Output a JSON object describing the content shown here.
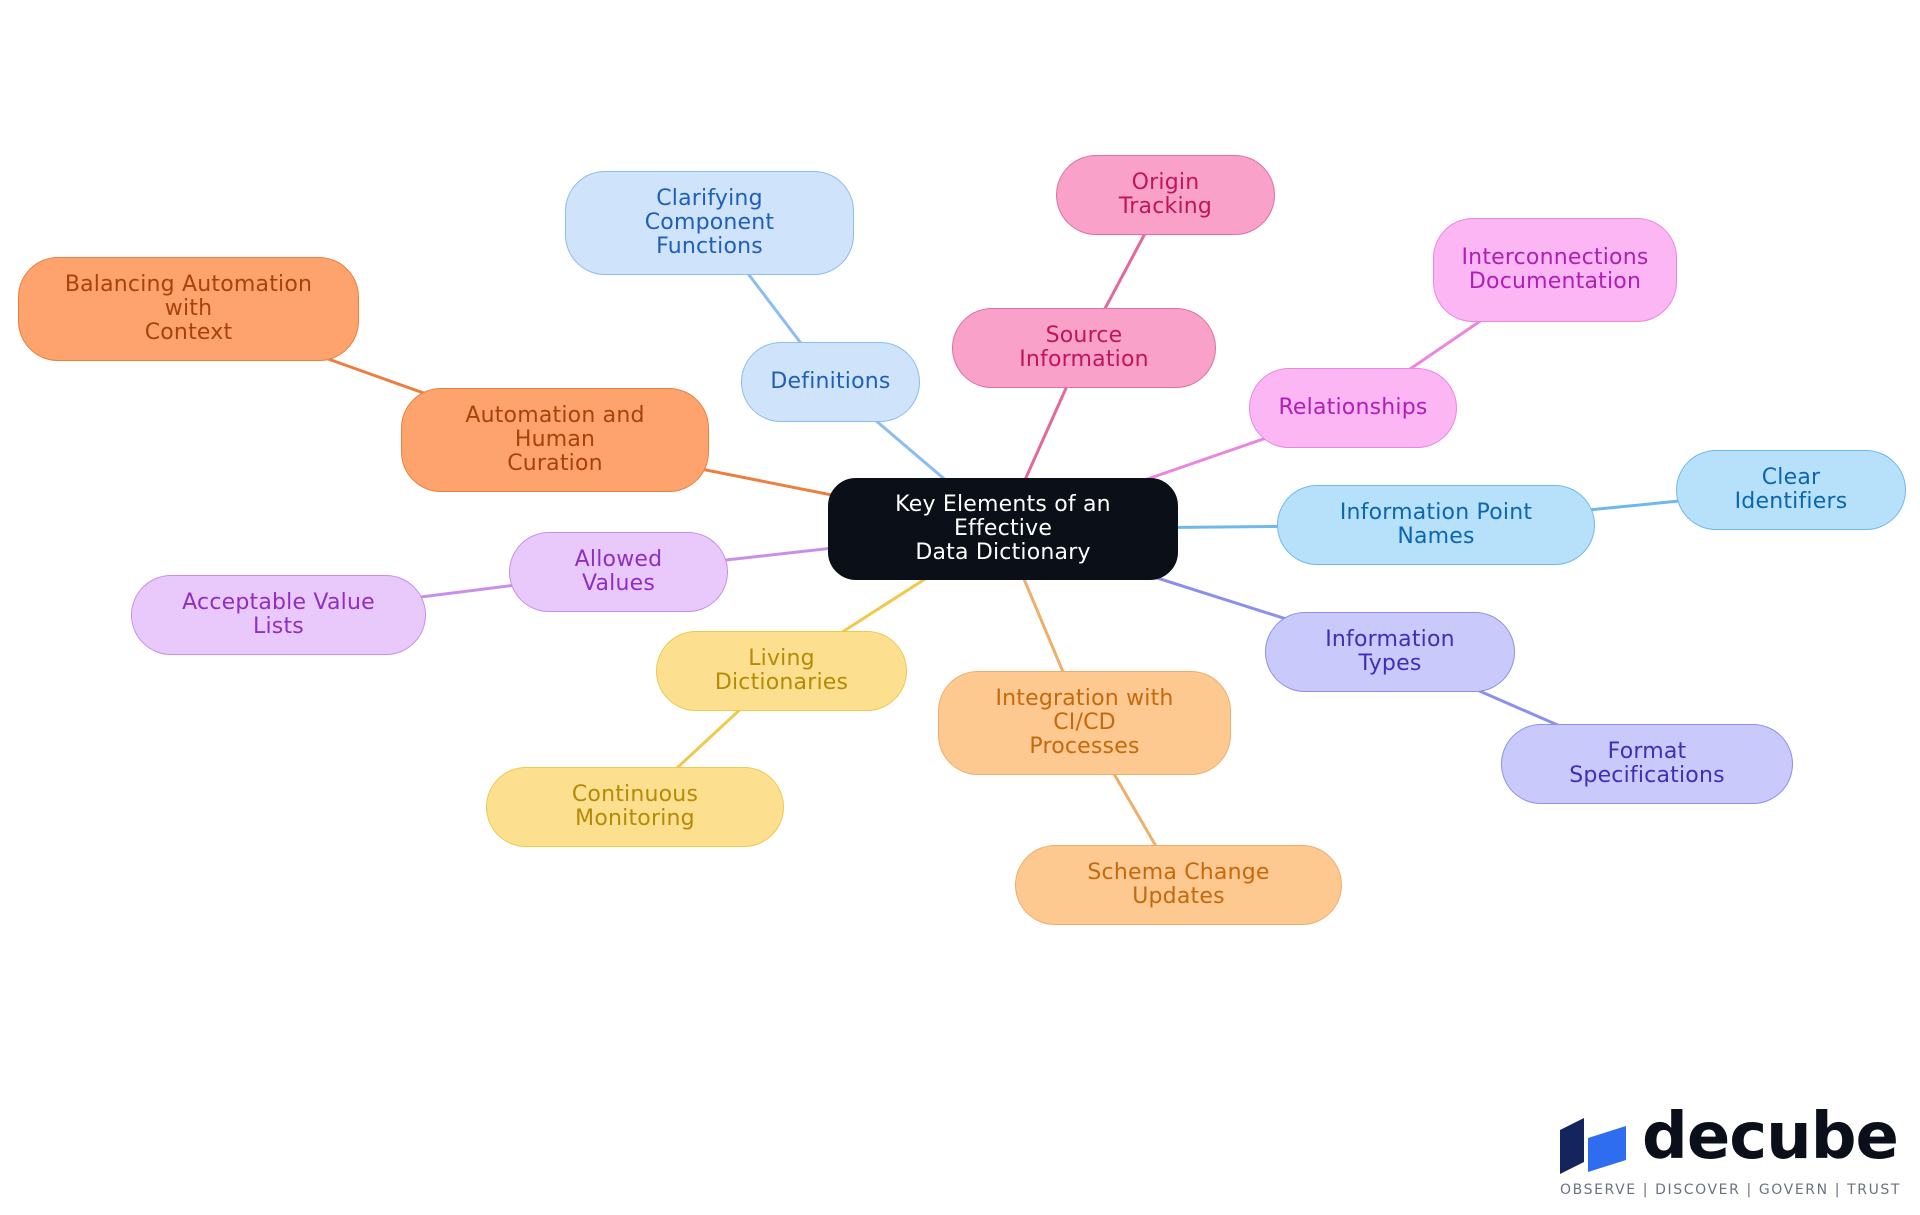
{
  "mindmap": {
    "root": {
      "label": "Key Elements of an Effective\nData Dictionary"
    },
    "branches": [
      {
        "id": "definitions",
        "label": "Definitions",
        "fill": "#cfe3fb",
        "stroke": "#8cbcf0",
        "text": "#1f5fb8",
        "line": "#8cbcf0",
        "children": [
          {
            "id": "clarifying",
            "label": "Clarifying Component\nFunctions"
          }
        ]
      },
      {
        "id": "source",
        "label": "Source Information",
        "fill": "#f9a1c9",
        "stroke": "#e0709f",
        "text": "#c0145c",
        "line": "#e3689c",
        "children": [
          {
            "id": "origin",
            "label": "Origin Tracking"
          }
        ]
      },
      {
        "id": "relationships",
        "label": "Relationships",
        "fill": "#fbb6f3",
        "stroke": "#ea86e0",
        "text": "#b01fb3",
        "line": "#ea86e0",
        "children": [
          {
            "id": "interconnections",
            "label": "Interconnections\nDocumentation"
          }
        ]
      },
      {
        "id": "names",
        "label": "Information Point Names",
        "fill": "#b7e1fb",
        "stroke": "#6fb8ec",
        "text": "#0b66b0",
        "line": "#6fb8ec",
        "children": [
          {
            "id": "identifiers",
            "label": "Clear Identifiers"
          }
        ]
      },
      {
        "id": "types",
        "label": "Information Types",
        "fill": "#c9c9fb",
        "stroke": "#8c90ea",
        "text": "#3a32b5",
        "line": "#8c90ea",
        "children": [
          {
            "id": "format",
            "label": "Format Specifications"
          }
        ]
      },
      {
        "id": "cicd",
        "label": "Integration with CI/CD\nProcesses",
        "fill": "#fec891",
        "stroke": "#efae6a",
        "text": "#c46a0c",
        "line": "#efae6a",
        "children": [
          {
            "id": "schema",
            "label": "Schema Change Updates"
          }
        ]
      },
      {
        "id": "living",
        "label": "Living Dictionaries",
        "fill": "#fde08f",
        "stroke": "#f0c84e",
        "text": "#b48a06",
        "line": "#f0c84e",
        "children": [
          {
            "id": "monitoring",
            "label": "Continuous Monitoring"
          }
        ]
      },
      {
        "id": "allowed",
        "label": "Allowed Values",
        "fill": "#e9c9fb",
        "stroke": "#c78eec",
        "text": "#8e2fc0",
        "line": "#c78eec",
        "children": [
          {
            "id": "acceptable",
            "label": "Acceptable Value Lists"
          }
        ]
      },
      {
        "id": "automation",
        "label": "Automation and Human\nCuration",
        "fill": "#fea36e",
        "stroke": "#ec7f3e",
        "text": "#a8420a",
        "line": "#ec7f3e",
        "children": [
          {
            "id": "balancing",
            "label": "Balancing Automation with\nContext"
          }
        ]
      }
    ],
    "root_fill": "#0b0f18",
    "root_text": "#ffffff"
  },
  "brand": {
    "logo_text": "decube",
    "tagline": "OBSERVE | DISCOVER | GOVERN | TRUST",
    "mark_dark": "#13255c",
    "mark_light": "#2f6df0"
  }
}
